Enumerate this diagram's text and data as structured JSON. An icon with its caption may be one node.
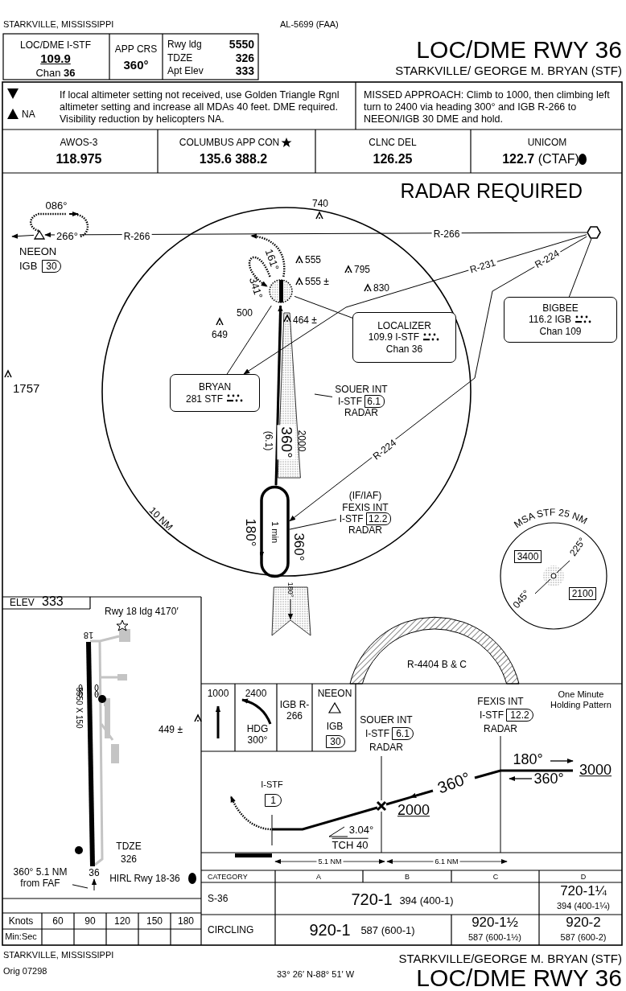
{
  "diagram": {
    "title": "LOC/DME RWY 36",
    "nodes": [
      {
        "text": [],
        "shape": "hexagon"
      },
      {
        "text": [
          "BIGBEE",
          "116.2 IGB",
          "Chan 109"
        ]
      },
      {
        "text": [],
        "shape": "triangle",
        "beside": [
          "NEEON"
        ]
      },
      {
        "text": [
          "LOCALIZER",
          "109.9 I-STF",
          "Chan 36"
        ]
      },
      {
        "text": [
          "BRYAN",
          "281 STF"
        ]
      },
      {
        "text": [
          "SOUER INT",
          "I-STF 6.1",
          "RADAR"
        ]
      },
      {
        "text": [
          "(IF/IAF)",
          "FEXIS INT",
          "I-STF 12.2",
          "RADAR"
        ]
      },
      {
        "text": [],
        "shape": "picture"
      },
      {
        "text": [
          "30"
        ],
        "beside": [
          "IGB"
        ]
      },
      {
        "text": [
          "3400"
        ]
      },
      {
        "text": [
          "2100"
        ]
      },
      {
        "text": [
          "12.2"
        ],
        "beside": [
          "I-STF"
        ]
      },
      {
        "text": [
          "6.1"
        ],
        "beside": [
          "I-STF"
        ]
      },
      {
        "text": [
          "30"
        ]
      },
      {
        "text": [
          "1"
        ],
        "beside": [
          "I-STF"
        ]
      },
      {
        "text": [
          "360° 5.1 NM from FAF"
        ]
      },
      {
        "text": [
          "1 min"
        ],
        "beside": [
          "180°",
          "360°"
        ]
      }
    ],
    "edges": [
      {
        "from": 0,
        "to": 2,
        "label": "R-266",
        "arrow": "to"
      },
      {
        "from": 0,
        "to": 4,
        "label": "R-231",
        "arrow": "to"
      },
      {
        "from": 0,
        "to": 16,
        "label": "R-224",
        "arrow": "to"
      },
      {
        "from": 1,
        "to": 0,
        "arrow": "none"
      },
      {
        "from": 3,
        "to": 7,
        "arrow": "none"
      },
      {
        "from": 4,
        "to": 7,
        "arrow": "none"
      },
      {
        "from": 5,
        "to": null,
        "arrow": "none"
      },
      {
        "from": 6,
        "to": 16,
        "arrow": "none"
      },
      {
        "from": 7,
        "to": null,
        "arrow": "to",
        "style": "dashed"
      },
      {
        "from": 7,
        "to": 7,
        "arrow": "to",
        "style": "dashed"
      },
      {
        "from": 16,
        "to": 7,
        "arrow": "to",
        "style": "thick"
      },
      {
        "from": 2,
        "to": null,
        "arrow": "to"
      },
      {
        "from": 15,
        "to": null,
        "arrow": "none"
      }
    ],
    "labels": [
      "STARKVILLE, MISSISSIPPI",
      "AL-5699 (FAA)",
      "LOC/DME I-STF",
      "109.9",
      "Chan **36**",
      "APP CRS",
      "360°",
      "Rwy ldg",
      "5550",
      "TDZE",
      "326",
      "Apt Elev",
      "333",
      "STARKVILLE/ GEORGE M. BRYAN (STF)",
      "NA",
      "If local altimeter setting not received, use Golden Triangle Rgnl altimeter setting and increase all MDAs 40 feet. DME required. Visibility reduction by helicopters NA.",
      "MISSED APPROACH: Climb to 1000, then climbing left turn to 2400 via heading 300° and IGB R-266 to NEEON/IGB 30 DME and hold.",
      "AWOS-3",
      "118.975",
      "COLUMBUS APP CON",
      "135.6 388.2",
      "CLNC DEL",
      "126.25",
      "UNICOM",
      "**122.7** (CTAF)",
      "RADAR REQUIRED",
      "086°",
      "740",
      "266°",
      "R-266",
      "555",
      "795",
      "161°",
      "555 ±",
      "830",
      "341°",
      "500",
      "464 ±",
      "649",
      "1757",
      "(6.1)",
      "360°",
      "2000",
      "R-224",
      "10 NM",
      "MSA STF 25 NM",
      "225°",
      "180°",
      "ELEV",
      "333",
      "045°",
      "Rwy 18 ldg 4170′",
      "18",
      "R-4404 B & C",
      "5550 X 150",
      "1000",
      "2400",
      "NEEON",
      "One Minute Holding Pattern",
      "FEXIS INT",
      "IGB R-266",
      "IGB",
      "SOUER INT",
      "HDG 300°",
      "449 ±",
      "RADAR",
      "RADAR",
      "180°",
      "3000",
      "360°",
      "360°",
      "2000",
      "3.04°",
      "TDZE",
      "TCH 40",
      "326",
      "5.1 NM",
      "6.1 NM",
      "36",
      "HIRL Rwy 18-36",
      "CATEGORY",
      "A",
      "B",
      "C",
      "D",
      "S-36",
      "720-1",
      "394 (400-1)",
      "720-1¼",
      "394 (400-1¼)",
      "Knots",
      "60",
      "90",
      "120",
      "150",
      "180",
      "920-1½",
      "920-2",
      "CIRCLING",
      "920-1",
      "587 (600-1)",
      "Min:Sec",
      "587 (600-1½)",
      "587 (600-2)",
      "STARKVILLE, MISSISSIPPI",
      "STARKVILLE/GEORGE M. BRYAN (STF)",
      "Orig 07298",
      "33° 26′ N-88° 51′ W",
      "LOC/DME RWY 36"
    ]
  }
}
